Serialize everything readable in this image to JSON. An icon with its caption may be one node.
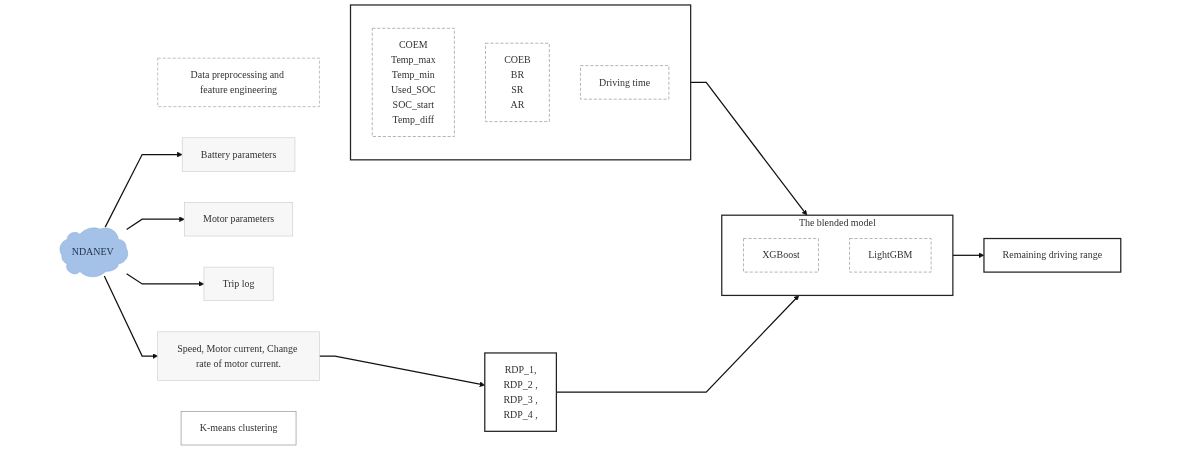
{
  "diagram": {
    "nodes": [
      {
        "text": [
          "Data preprocessing and feature engineering"
        ]
      },
      {
        "text": [
          "NDANEV"
        ]
      },
      {
        "text": [
          "Battery parameters"
        ]
      },
      {
        "text": [
          "Motor parameters"
        ]
      },
      {
        "text": [
          "Trip log"
        ]
      },
      {
        "text": [
          "Speed, Motor current, Change rate of motor current."
        ]
      },
      {
        "text": [
          "K-means clustering"
        ]
      },
      {
        "text": [],
        "shape": "box"
      },
      {
        "text": [
          "COEM",
          "Temp_max",
          "Temp_min",
          "Used_SOC",
          "SOC_start",
          "Temp_diff"
        ],
        "in": 7
      },
      {
        "text": [
          "COEB",
          "BR",
          "SR",
          "AR"
        ],
        "in": 7
      },
      {
        "text": [
          "Driving time"
        ],
        "in": 7
      },
      {
        "text": [
          "RDP_1,",
          "RDP_2 ,",
          "RDP_3 ,",
          "RDP_4 ,"
        ]
      },
      {
        "text": [
          "The blended model"
        ]
      },
      {
        "text": [
          "XGBoost"
        ],
        "in": 12
      },
      {
        "text": [
          "LightGBM"
        ],
        "in": 12
      },
      {
        "text": [
          "Remaining driving range"
        ]
      }
    ],
    "edges": [
      {
        "from": 1,
        "to": 2,
        "arrow": "to"
      },
      {
        "from": 1,
        "to": 3,
        "arrow": "to"
      },
      {
        "from": 1,
        "to": 4,
        "arrow": "to"
      },
      {
        "from": 1,
        "to": 5,
        "arrow": "to"
      },
      {
        "from": 5,
        "to": 11,
        "arrow": "to"
      },
      {
        "from": 7,
        "to": 12,
        "arrow": "to"
      },
      {
        "from": 11,
        "to": 12,
        "arrow": "to"
      },
      {
        "from": 12,
        "to": 15,
        "arrow": "to"
      }
    ]
  }
}
